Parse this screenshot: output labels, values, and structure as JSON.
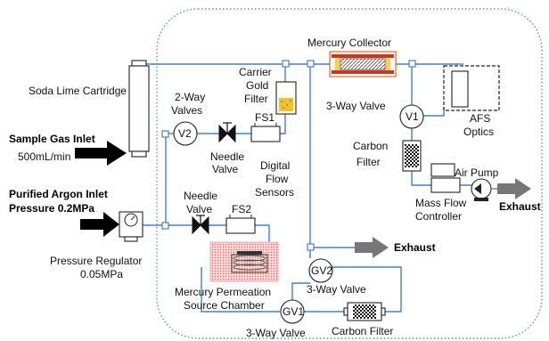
{
  "labels": {
    "mercury_collector": "Mercury Collector",
    "soda_lime": "Soda Lime Cartridge",
    "carrier_gold_1": "Carrier",
    "carrier_gold_2": "Gold",
    "carrier_gold_3": "Filter",
    "two_way_1": "2-Way",
    "two_way_2": "Valves",
    "fs1": "FS1",
    "v2": "V2",
    "needle_valve_1a": "Needle",
    "needle_valve_1b": "Valve",
    "digital_flow_1": "Digital",
    "digital_flow_2": "Flow",
    "digital_flow_3": "Sensors",
    "three_way_v1": "3-Way Valve",
    "v1": "V1",
    "afs_1": "AFS",
    "afs_2": "Optics",
    "carbon_filter_top_1": "Carbon",
    "carbon_filter_top_2": "Filter",
    "air_pump": "Air Pump",
    "exhaust_right": "Exhaust",
    "mass_flow_1": "Mass Flow",
    "mass_flow_2": "Controller",
    "sample_inlet": "Sample Gas Inlet",
    "sample_rate": "500mL/min",
    "argon_inlet_1": "Purified Argon Inlet",
    "argon_inlet_2": "Pressure 0.2MPa",
    "needle_valve_2a": "Needle",
    "needle_valve_2b": "Valve",
    "fs2": "FS2",
    "exhaust_mid": "Exhaust",
    "pressure_reg_1": "Pressure Regulator",
    "pressure_reg_2": "0.05MPa",
    "permeation_1": "Mercury Permeation",
    "permeation_2": "Source Chamber",
    "gv2": "GV2",
    "three_way_gv2": "3-Way Valve",
    "gv1": "GV1",
    "three_way_gv1": "3-Way Valve",
    "carbon_filter_bottom": "Carbon Filter"
  },
  "colors": {
    "pipe": "#4a7fc1",
    "enclosure": "#5b8fd0",
    "gold_filter": "#f2c22e",
    "permeation_box": "#f3a7a7",
    "collector_heater": "#e06a1e",
    "arrow": "#000000",
    "exhaust_arrow": "#777777"
  }
}
